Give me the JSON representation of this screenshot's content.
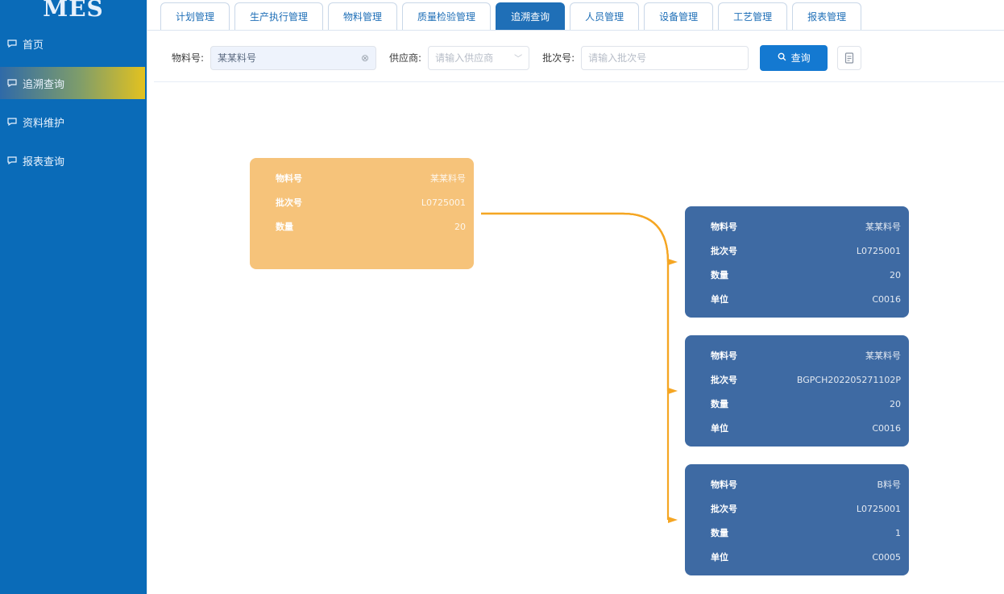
{
  "app": {
    "logo": "MES"
  },
  "sidebar": {
    "items": [
      {
        "label": "首页",
        "icon": "chat-icon",
        "active": false
      },
      {
        "label": "追溯查询",
        "icon": "chat-icon",
        "active": true
      },
      {
        "label": "资料维护",
        "icon": "chat-icon",
        "active": false
      },
      {
        "label": "报表查询",
        "icon": "chat-icon",
        "active": false
      }
    ]
  },
  "tabs": [
    {
      "label": "计划管理",
      "active": false
    },
    {
      "label": "生产执行管理",
      "active": false
    },
    {
      "label": "物料管理",
      "active": false
    },
    {
      "label": "质量检验管理",
      "active": false
    },
    {
      "label": "追溯查询",
      "active": true
    },
    {
      "label": "人员管理",
      "active": false
    },
    {
      "label": "设备管理",
      "active": false
    },
    {
      "label": "工艺管理",
      "active": false
    },
    {
      "label": "报表管理",
      "active": false
    }
  ],
  "filter": {
    "material_label": "物料号:",
    "material_value": "某某料号",
    "process_label": "供应商:",
    "process_placeholder": "请输入供应商",
    "batch_label": "批次号:",
    "batch_placeholder": "请输入批次号",
    "search_label": "查询"
  },
  "colors": {
    "sidebar": "#0a6bb8",
    "accent": "#1479d1",
    "root_node": "#f6c37a",
    "child_node": "#3e6aa3",
    "link": "#f5a623"
  },
  "trace": {
    "root": {
      "rows": [
        {
          "k": "物料号",
          "v": "某某料号"
        },
        {
          "k": "批次号",
          "v": "L0725001"
        },
        {
          "k": "数量",
          "v": "20"
        }
      ]
    },
    "children": [
      {
        "rows": [
          {
            "k": "物料号",
            "v": "某某料号"
          },
          {
            "k": "批次号",
            "v": "L0725001"
          },
          {
            "k": "数量",
            "v": "20"
          },
          {
            "k": "单位",
            "v": "C0016"
          }
        ]
      },
      {
        "rows": [
          {
            "k": "物料号",
            "v": "某某料号"
          },
          {
            "k": "批次号",
            "v": "BGPCH202205271102P"
          },
          {
            "k": "数量",
            "v": "20"
          },
          {
            "k": "单位",
            "v": "C0016"
          }
        ]
      },
      {
        "rows": [
          {
            "k": "物料号",
            "v": "B料号"
          },
          {
            "k": "批次号",
            "v": "L0725001"
          },
          {
            "k": "数量",
            "v": "1"
          },
          {
            "k": "单位",
            "v": "C0005"
          }
        ]
      }
    ]
  }
}
